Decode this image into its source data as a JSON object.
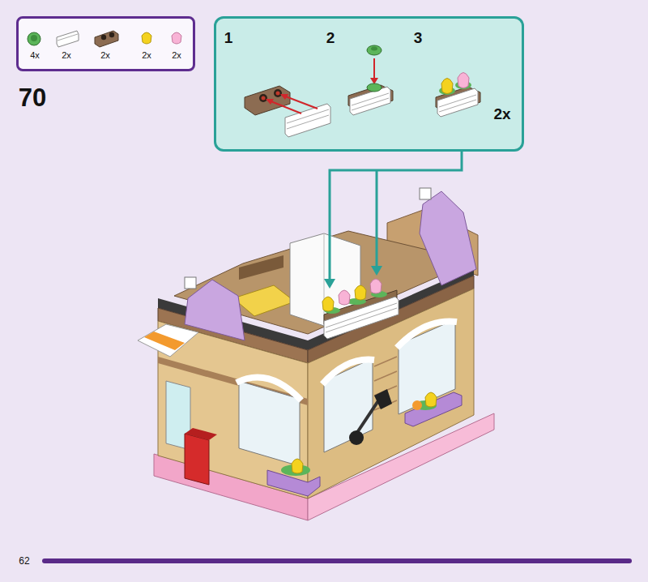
{
  "diagram": {
    "nodes": [
      {
        "text": [
          "4x",
          "2x",
          "2x",
          "2x",
          "2x"
        ]
      },
      {
        "text": [
          "1",
          "2",
          "3",
          "2x"
        ]
      }
    ],
    "labels": [
      "70",
      "62"
    ]
  }
}
